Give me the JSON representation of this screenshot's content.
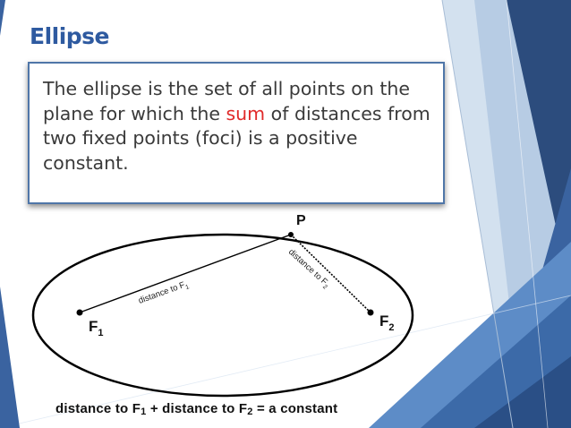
{
  "slide": {
    "title": "Ellipse",
    "definition": {
      "before": "The ellipse is the set of all points on the plane for which the ",
      "highlight": "sum",
      "after": " of distances from two fixed points (foci) is a positive constant."
    }
  },
  "diagram": {
    "point_label": "P",
    "focus1_label": "F",
    "focus1_sub": "1",
    "focus2_label": "F",
    "focus2_sub": "2",
    "line1_label": "distance to F",
    "line1_sub": "1",
    "line2_label": "distance to F",
    "line2_sub": "2",
    "equation": {
      "part1": "distance to F",
      "sub1": "1",
      "part2": " + distance to F",
      "sub2": "2",
      "part3": " = a constant"
    }
  },
  "colors": {
    "title": "#2e5aa0",
    "highlight": "#e02a2a",
    "box_border": "#4f76a8",
    "accent_dark": "#1f3a66",
    "accent_mid": "#3a63a0",
    "accent_light": "#8fb2da"
  }
}
